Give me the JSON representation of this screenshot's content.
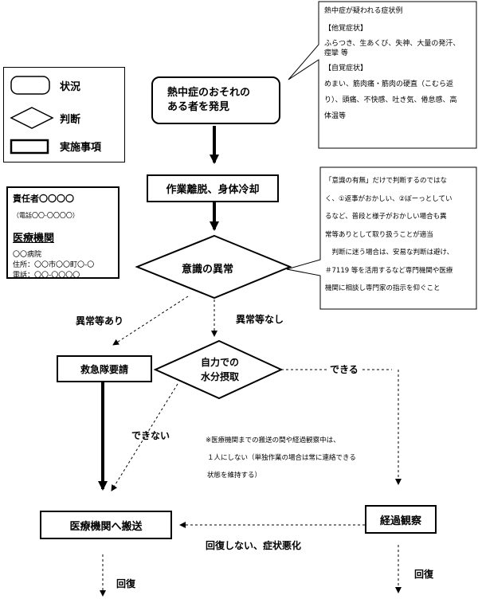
{
  "legend": {
    "status": "状況",
    "judgment": "判断",
    "action": "実施事項"
  },
  "symptoms": {
    "title": "熱中症が疑われる症状例",
    "objective_header": "【他覚症状】",
    "objective_line1": "ふらつき、生あくび、失神、大量の発汗、",
    "objective_line2": "痙攣 等",
    "subjective_header": "【自覚症状】",
    "subjective_line1": "めまい、筋肉痛・筋肉の硬直（こむら返",
    "subjective_line2": "り）、頭痛、不快感、吐き気、倦怠感、高",
    "subjective_line3": "体温等"
  },
  "contact": {
    "responsible": "責任者〇〇〇〇",
    "phone1": "（電話〇〇-〇〇〇〇）",
    "institution": "医療機関",
    "hospital": "〇〇病院",
    "address": "住所：〇〇市〇〇町〇-〇",
    "phone2": "電話：〇〇-〇〇〇〇"
  },
  "consciousness_note": {
    "line1": "「意識の有無」だけで判断するのではな",
    "line2": "く、①返事がおかしい、②ぼーっとしてい",
    "line3": "るなど、普段と様子がおかしい場合も異",
    "line4": "常等ありとして取り扱うことが適当",
    "line5": "　判断に迷う場合は、安易な判断は避け、",
    "line6": "＃7119 等を活用するなど専門機関や医療",
    "line7": "機関に相談し専門家の指示を仰ぐこと"
  },
  "flow": {
    "start_line1": "熱中症のおそれの",
    "start_line2": "ある者を発見",
    "step_cooling": "作業離脱、身体冷却",
    "judge_consciousness": "意識の異常",
    "label_abnormal": "異常等あり",
    "label_normal": "異常等なし",
    "step_ambulance": "救急隊要請",
    "judge_water_line1": "自力での",
    "judge_water_line2": "水分摂取",
    "label_can": "できる",
    "label_cannot": "できない",
    "note_line1": "※医療機関までの搬送の間や経過観察中は、",
    "note_line2": "１人にしない（単独作業の場合は常に連絡できる",
    "note_line3": "状態を維持する）",
    "step_transport": "医療機関へ搬送",
    "step_observe": "経過観察",
    "label_worsen": "回復しない、症状悪化",
    "label_recover_left": "回復",
    "label_recover_right": "回復"
  }
}
